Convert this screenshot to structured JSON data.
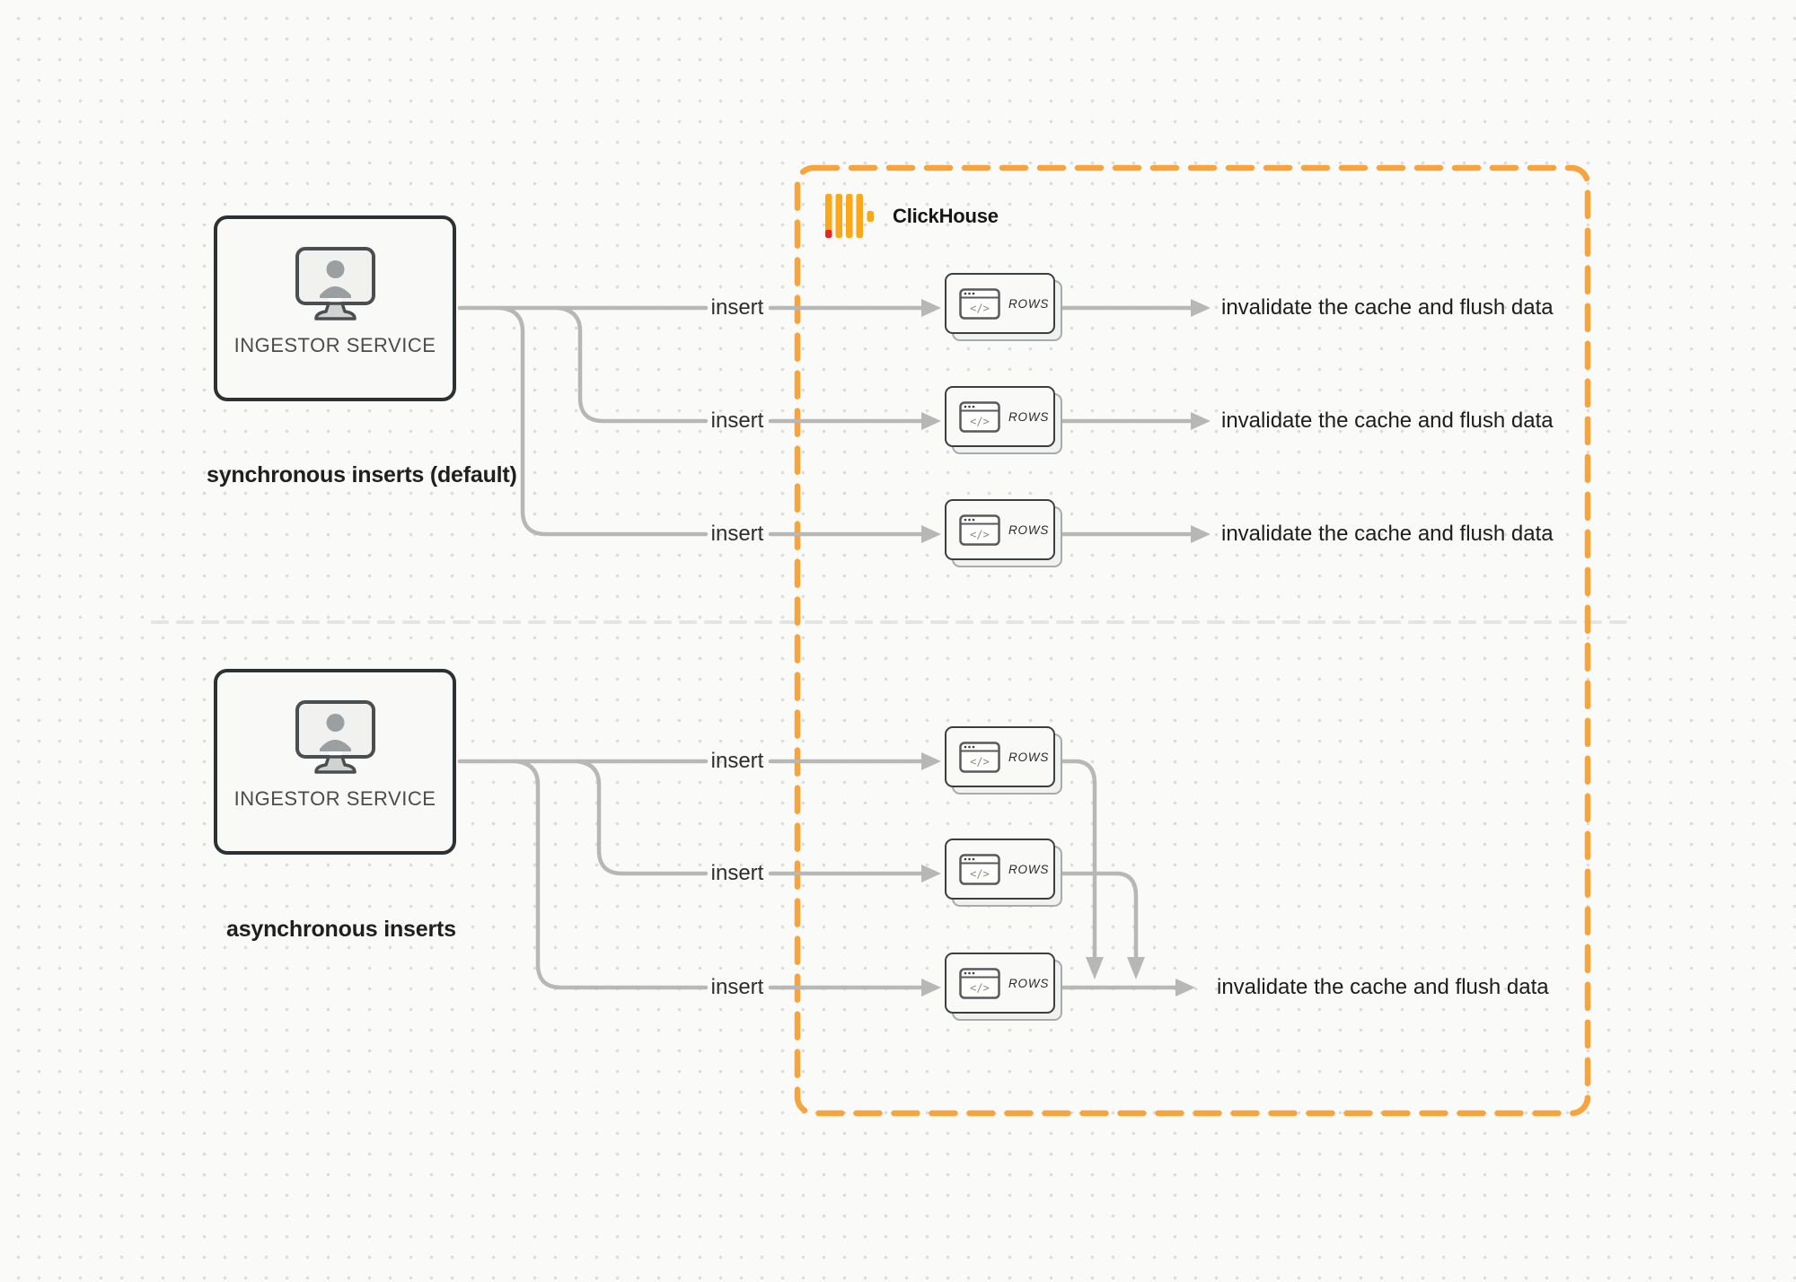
{
  "colors": {
    "accent_orange": "#F6A43B",
    "logo_yellow": "#FAA71A",
    "logo_red": "#E8251F",
    "wire_gray": "#b7b7b7",
    "divider_gray": "#e4e4e4",
    "text_dark": "#1d1d1d",
    "box_border": "#2c3134"
  },
  "clickhouse": {
    "label": "ClickHouse"
  },
  "icons": {
    "ingestor": "monitor-user-icon",
    "rows_card": "code-window-icon",
    "clickhouse": "clickhouse-bars-icon"
  },
  "sections": {
    "sync": {
      "service_label": "INGESTOR SERVICE",
      "caption": "synchronous inserts (default)",
      "rows": [
        {
          "insert_label": "insert",
          "card_label": "ROWS",
          "result_label": "invalidate the cache and flush data"
        },
        {
          "insert_label": "insert",
          "card_label": "ROWS",
          "result_label": "invalidate the cache and flush data"
        },
        {
          "insert_label": "insert",
          "card_label": "ROWS",
          "result_label": "invalidate the cache and flush data"
        }
      ]
    },
    "async": {
      "service_label": "INGESTOR SERVICE",
      "caption": "asynchronous inserts",
      "rows": [
        {
          "insert_label": "insert",
          "card_label": "ROWS"
        },
        {
          "insert_label": "insert",
          "card_label": "ROWS"
        },
        {
          "insert_label": "insert",
          "card_label": "ROWS"
        }
      ],
      "result_label": "invalidate the cache and flush data"
    }
  }
}
